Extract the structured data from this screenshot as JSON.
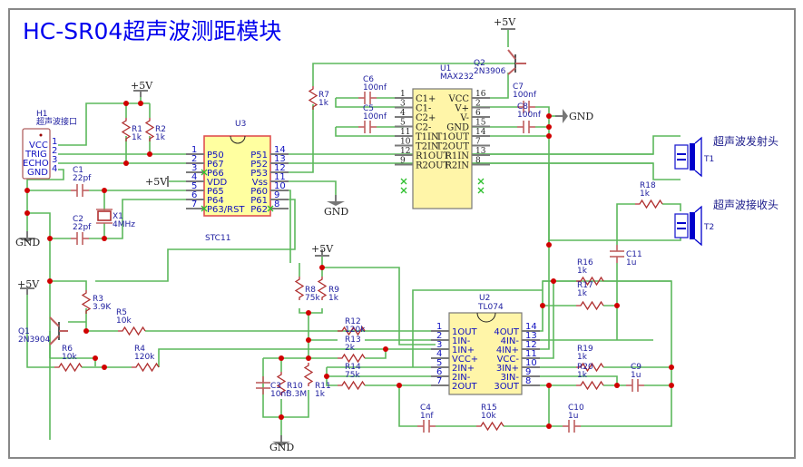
{
  "title": "HC-SR04超声波测距模块",
  "power_labels": {
    "vcc": "+5V",
    "gnd": "GND"
  },
  "transducers": {
    "t1": {
      "ref": "T1",
      "label": "超声波发射头"
    },
    "t2": {
      "ref": "T2",
      "label": "超声波接收头"
    }
  },
  "h1": {
    "ref": "H1",
    "name": "超声波接口",
    "pins": [
      {
        "num": "1",
        "name": "VCC"
      },
      {
        "num": "2",
        "name": "TRIG"
      },
      {
        "num": "3",
        "name": "ECHO"
      },
      {
        "num": "4",
        "name": "GND"
      }
    ]
  },
  "u3": {
    "ref": "U3",
    "part": "STC11",
    "left_pins": [
      {
        "num": "1",
        "name": "P50"
      },
      {
        "num": "2",
        "name": "P67"
      },
      {
        "num": "3",
        "name": "P66"
      },
      {
        "num": "4",
        "name": "VDD"
      },
      {
        "num": "5",
        "name": "P65"
      },
      {
        "num": "6",
        "name": "P64"
      },
      {
        "num": "7",
        "name": "P63/RST"
      }
    ],
    "right_pins": [
      {
        "num": "14",
        "name": "P51"
      },
      {
        "num": "13",
        "name": "P52"
      },
      {
        "num": "12",
        "name": "P53"
      },
      {
        "num": "11",
        "name": "Vss"
      },
      {
        "num": "10",
        "name": "P60"
      },
      {
        "num": "9",
        "name": "P61"
      },
      {
        "num": "8",
        "name": "P62"
      }
    ]
  },
  "u1": {
    "ref": "U1",
    "part": "MAX232",
    "left_pins": [
      {
        "num": "1",
        "name": "C1+"
      },
      {
        "num": "3",
        "name": "C1-"
      },
      {
        "num": "4",
        "name": "C2+"
      },
      {
        "num": "5",
        "name": "C2-"
      },
      {
        "num": "11",
        "name": "T1IN"
      },
      {
        "num": "10",
        "name": "T2IN"
      },
      {
        "num": "12",
        "name": "R1OUT"
      },
      {
        "num": "9",
        "name": "R2OUT"
      }
    ],
    "right_pins": [
      {
        "num": "16",
        "name": "VCC"
      },
      {
        "num": "2",
        "name": "V+"
      },
      {
        "num": "6",
        "name": "V-"
      },
      {
        "num": "15",
        "name": "GND"
      },
      {
        "num": "14",
        "name": "T1OUT"
      },
      {
        "num": "7",
        "name": "T2OUT"
      },
      {
        "num": "13",
        "name": "R1IN"
      },
      {
        "num": "8",
        "name": "R2IN"
      }
    ]
  },
  "u2": {
    "ref": "U2",
    "part": "TL074",
    "left_pins": [
      {
        "num": "1",
        "name": "1OUT"
      },
      {
        "num": "2",
        "name": "1IN-"
      },
      {
        "num": "3",
        "name": "1IN+"
      },
      {
        "num": "4",
        "name": "VCC+"
      },
      {
        "num": "5",
        "name": "2IN+"
      },
      {
        "num": "6",
        "name": "2IN-"
      },
      {
        "num": "7",
        "name": "2OUT"
      }
    ],
    "right_pins": [
      {
        "num": "14",
        "name": "4OUT"
      },
      {
        "num": "13",
        "name": "4IN-"
      },
      {
        "num": "12",
        "name": "4IN+"
      },
      {
        "num": "11",
        "name": "VCC-"
      },
      {
        "num": "10",
        "name": "3IN+"
      },
      {
        "num": "9",
        "name": "3IN-"
      },
      {
        "num": "8",
        "name": "3OUT"
      }
    ]
  },
  "transistors": {
    "q1": {
      "ref": "Q1",
      "part": "2N3904"
    },
    "q2": {
      "ref": "Q2",
      "part": "2N3906"
    }
  },
  "crystal": {
    "ref": "X1",
    "value": "4MHz"
  },
  "resistors": {
    "r1": {
      "ref": "R1",
      "value": "1k"
    },
    "r2": {
      "ref": "R2",
      "value": "1k"
    },
    "r3": {
      "ref": "R3",
      "value": "3.9K"
    },
    "r4": {
      "ref": "R4",
      "value": "120k"
    },
    "r5": {
      "ref": "R5",
      "value": "10k"
    },
    "r6": {
      "ref": "R6",
      "value": "10k"
    },
    "r7": {
      "ref": "R7",
      "value": "1k"
    },
    "r8": {
      "ref": "R8",
      "value": "75k"
    },
    "r9": {
      "ref": "R9",
      "value": "1k"
    },
    "r10": {
      "ref": "R10",
      "value": "3.3M"
    },
    "r11": {
      "ref": "R11",
      "value": "1k"
    },
    "r12": {
      "ref": "R12",
      "value": "120k"
    },
    "r13": {
      "ref": "R13",
      "value": "2k"
    },
    "r14": {
      "ref": "R14",
      "value": "75k"
    },
    "r15": {
      "ref": "R15",
      "value": "10k"
    },
    "r16": {
      "ref": "R16",
      "value": "1k"
    },
    "r17": {
      "ref": "R17",
      "value": "1k"
    },
    "r18": {
      "ref": "R18",
      "value": "1k"
    },
    "r19": {
      "ref": "R19",
      "value": "1k"
    },
    "r20": {
      "ref": "R20",
      "value": "1k"
    }
  },
  "capacitors": {
    "c1": {
      "ref": "C1",
      "value": "22pf"
    },
    "c2": {
      "ref": "C2",
      "value": "22pf"
    },
    "c3": {
      "ref": "C3",
      "value": "10nf"
    },
    "c4": {
      "ref": "C4",
      "value": "1nf"
    },
    "c5": {
      "ref": "C5",
      "value": "100nf"
    },
    "c6": {
      "ref": "C6",
      "value": "100nf"
    },
    "c7": {
      "ref": "C7",
      "value": "100nf"
    },
    "c8": {
      "ref": "C8",
      "value": "100nf"
    },
    "c9": {
      "ref": "C9",
      "value": "1u"
    },
    "c10": {
      "ref": "C10",
      "value": "1u"
    },
    "c11": {
      "ref": "C11",
      "value": "1u"
    }
  }
}
